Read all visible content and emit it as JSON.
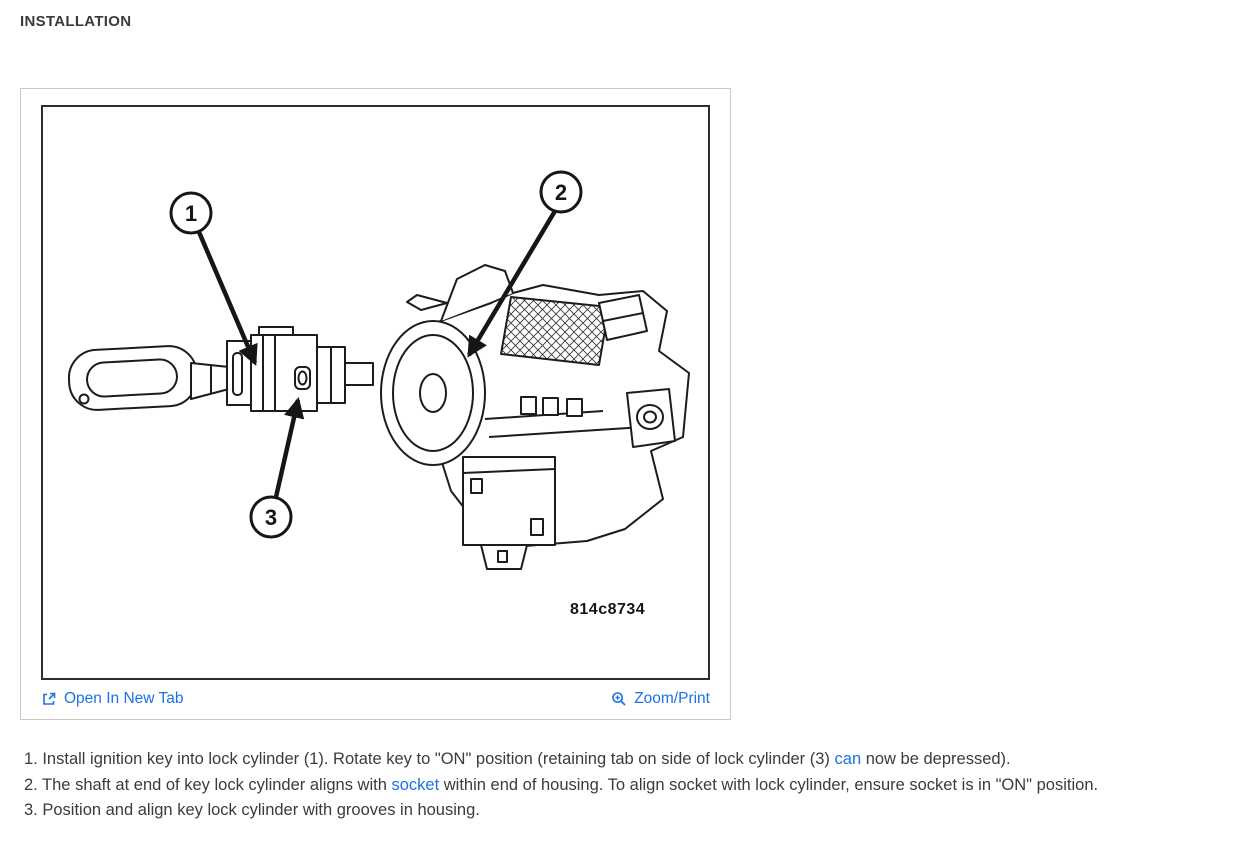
{
  "colors": {
    "link": "#1a73e8",
    "text": "#3b3b3b",
    "line_art": "#1c1c1c"
  },
  "page": {
    "title": "INSTALLATION"
  },
  "figure": {
    "code": "814c8734",
    "callouts": [
      "1",
      "2",
      "3"
    ],
    "links": {
      "open_in_new_tab": "Open In New Tab",
      "zoom_print": "Zoom/Print"
    }
  },
  "instructions": [
    {
      "pre": "1. Install ignition key into lock cylinder (1). Rotate key to \"ON\" position (retaining tab on side of lock cylinder (3) ",
      "link": "can",
      "post": " now be depressed)."
    },
    {
      "pre": "2. The shaft at end of key lock cylinder aligns with ",
      "link": "socket",
      "post": " within end of housing. To align socket with lock cylinder, ensure socket is in \"ON\" position."
    },
    {
      "pre": "3. Position and align key lock cylinder with grooves in housing.",
      "link": "",
      "post": ""
    }
  ]
}
